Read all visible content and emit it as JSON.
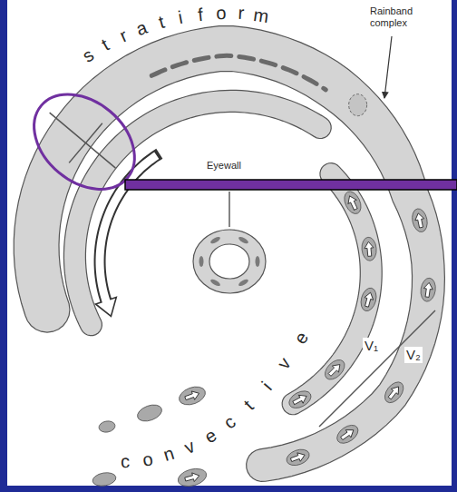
{
  "diagram": {
    "labels": [
      "stratiform",
      "Rainband complex",
      "Eyewall",
      "V₁",
      "V₂",
      "convective"
    ]
  }
}
